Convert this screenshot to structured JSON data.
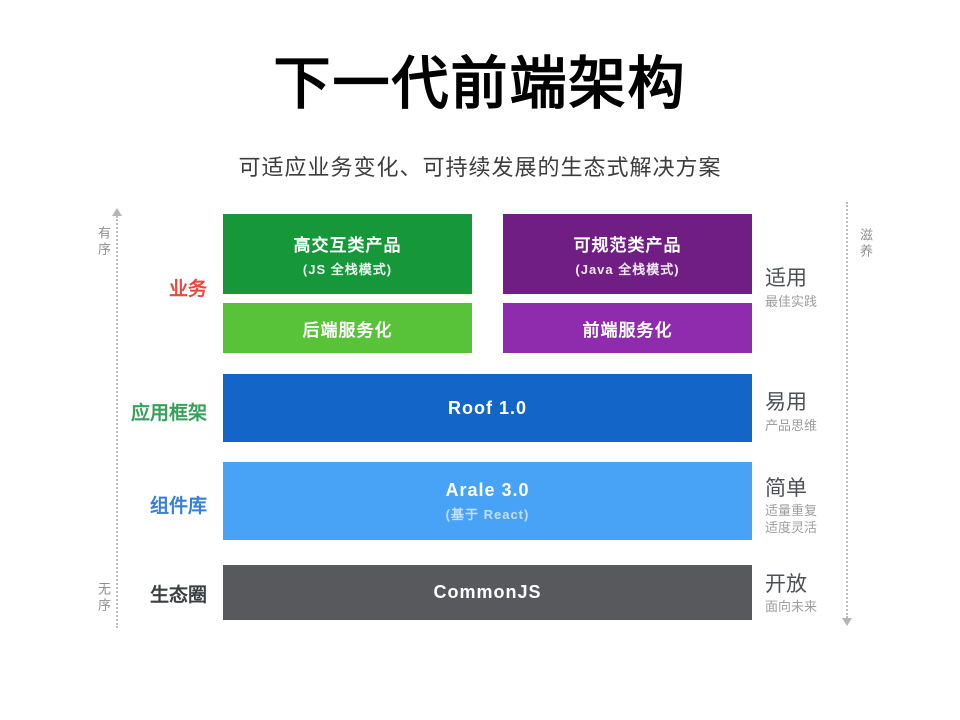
{
  "title": "下一代前端架构",
  "subtitle": "可适应业务变化、可持续发展的生态式解决方案",
  "left_axis": {
    "top_label": "有序",
    "bottom_label": "无序"
  },
  "right_axis": {
    "top_label": "滋养"
  },
  "row_labels": {
    "business": {
      "text": "业务",
      "color": "#e8493d"
    },
    "framework": {
      "text": "应用框架",
      "color": "#38a159"
    },
    "components": {
      "text": "组件库",
      "color": "#3680dd"
    },
    "ecosystem": {
      "text": "生态圈",
      "color": "#3c4043"
    }
  },
  "boxes": {
    "interactive_product": {
      "title": "高交互类产品",
      "subtitle": "(JS 全栈模式)",
      "color": "#16973a"
    },
    "standard_product": {
      "title": "可规范类产品",
      "subtitle": "(Java 全栈模式)",
      "color": "#701d84"
    },
    "backend_service": {
      "title": "后端服务化",
      "color": "#58c338"
    },
    "frontend_service": {
      "title": "前端服务化",
      "color": "#8f2bad"
    },
    "roof": {
      "title": "Roof 1.0",
      "color": "#1365c8"
    },
    "arale": {
      "title": "Arale 3.0",
      "subtitle": "(基于 React)",
      "color": "#48a3f6"
    },
    "commonjs": {
      "title": "CommonJS",
      "color": "#57595c"
    }
  },
  "captions": {
    "business": {
      "title": "适用",
      "sub1": "最佳实践"
    },
    "framework": {
      "title": "易用",
      "sub1": "产品思维"
    },
    "components": {
      "title": "简单",
      "sub1": "适量重复",
      "sub2": "适度灵活"
    },
    "ecosystem": {
      "title": "开放",
      "sub1": "面向未来"
    }
  }
}
